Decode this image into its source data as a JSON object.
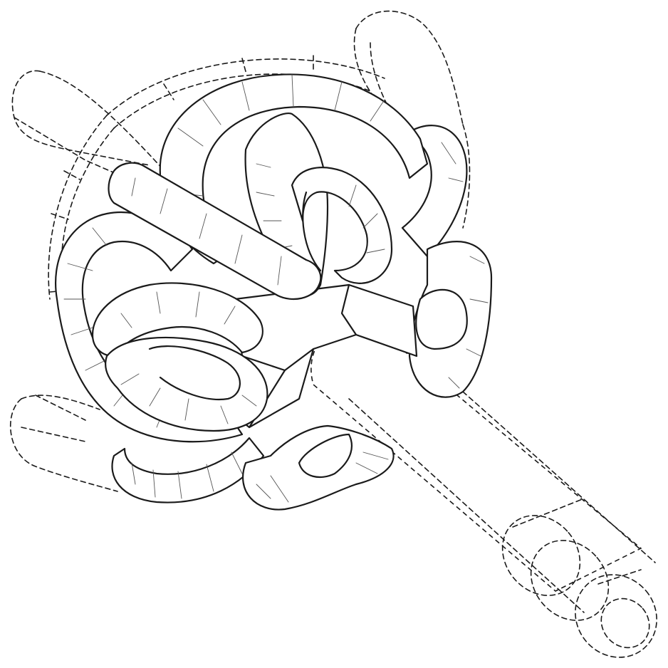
{
  "figure": {
    "style": "patent line drawing",
    "line_color": "#1a1a1a",
    "background_color": "#ffffff",
    "solid_parts": [
      "central-hub",
      "upper-crossbar",
      "top-curved-blade",
      "top-inner-blade",
      "left-curved-blade",
      "left-inner-blade",
      "right-curved-blade",
      "lower-curved-blade",
      "lower-small-blade"
    ],
    "environment_parts_dashed": [
      "handle-shaft",
      "handle-end-cap",
      "outer-ring-guide",
      "upper-left-rod",
      "upper-right-rod",
      "lower-left-rod"
    ]
  }
}
